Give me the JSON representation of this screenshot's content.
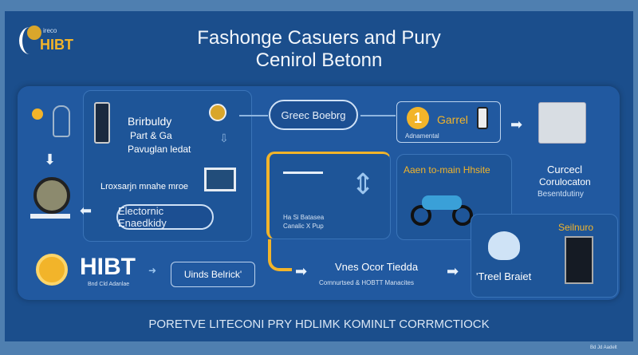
{
  "header": {
    "logo_small": "ireco",
    "logo_text": "HIBT",
    "title_line1": "Fashonge Casuers and Pury",
    "title_line2": "Cenirol Betonn"
  },
  "left": {
    "text1": "Brirbuldy",
    "text2": "Part & Ga",
    "text3": "Pavuglan ledat",
    "text4": "Lroxsarjn mnahe mroe",
    "cloud": "Electornic Enaedkidy"
  },
  "top": {
    "cloud": "Greec Boebrg",
    "step_number": "1",
    "step_label": "Garrel",
    "step_sub": "Adnamental",
    "server_line1": "Curcecl",
    "server_line2": "Corulocaton",
    "server_line3": "Besentdutiny"
  },
  "middle": {
    "panel_line1": "Ha Si Batasea",
    "panel_line2": "Canalic X Pup",
    "bike_title": "Aaen to-main Hhsite",
    "side_title": "Seilnuro"
  },
  "bottom": {
    "brand": "HIBT",
    "brand_sub": "Bnd Cld Adanlae",
    "button": "Uinds Belrick'",
    "flow_title": "Vnes Ocor Tiedda",
    "flow_sub": "Comnurtsed & HOBTT Manacites",
    "result": "'Treel Braiet"
  },
  "footer": {
    "caption": "PORETVE LITECONI PRY HDLIMK KOMINLT CORRMCTIOCK",
    "credit": "Bd Jd Aadelt"
  },
  "colors": {
    "accent": "#f2b42a",
    "panel": "#1b4e8c"
  }
}
